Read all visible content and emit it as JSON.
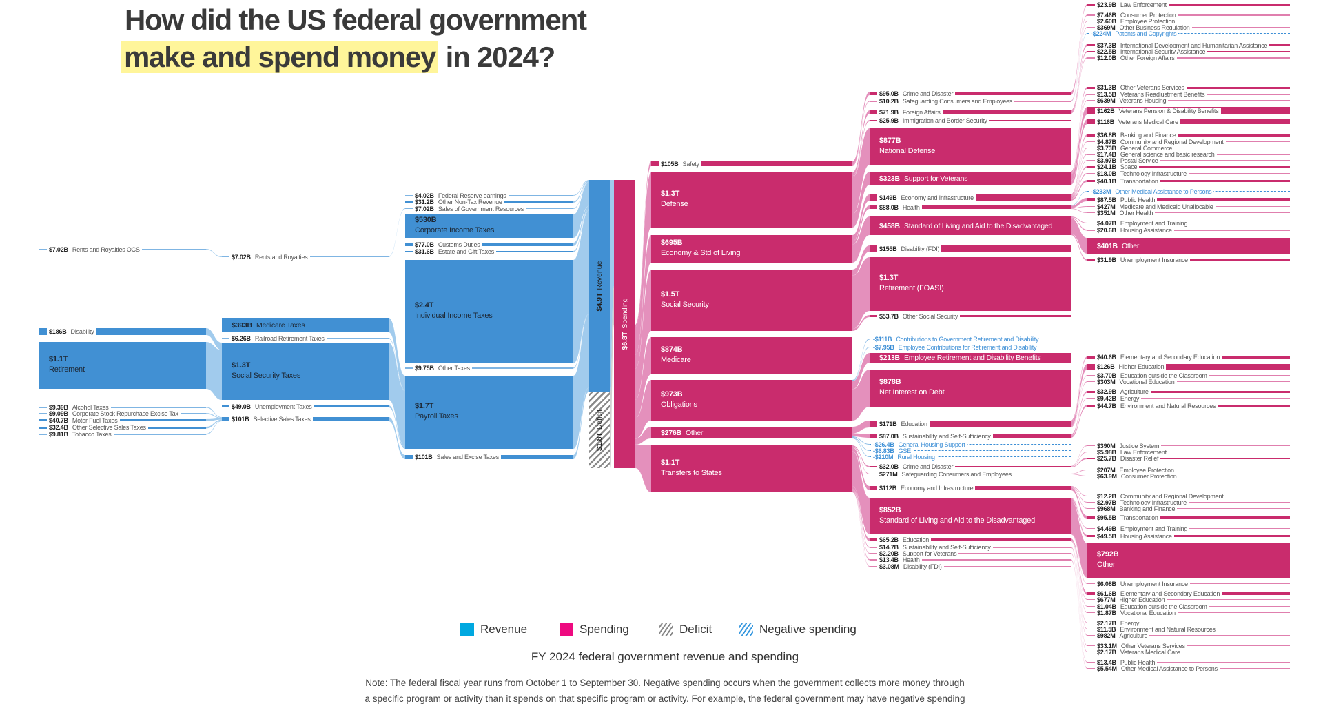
{
  "title": {
    "line1": "How did the US federal government",
    "highlight": "make and spend money",
    "rest": " in 2024?"
  },
  "colors": {
    "revenue": "#4190d3",
    "revenue_flow": "#9cc8ec",
    "spending": "#c92c6d",
    "spending_flow": "#e38ab8",
    "negative": "#3d8fd6",
    "deficit": "#8a8a8a",
    "highlight": "#fff59a"
  },
  "totals": {
    "revenue": {
      "value": "$4.9T",
      "label": "Revenue"
    },
    "deficit": {
      "value": "$1.8T",
      "label": "Deficit"
    },
    "spending": {
      "value": "$6.8T",
      "label": "Spending"
    }
  },
  "revenue": {
    "sources": [
      {
        "value": "$7.02B",
        "label": "Rents and Royalties OCS"
      },
      {
        "value": "$186B",
        "label": "Disability"
      },
      {
        "value": "$1.1T",
        "label": "Retirement"
      },
      {
        "value": "$9.39B",
        "label": "Alcohol Taxes"
      },
      {
        "value": "$9.09B",
        "label": "Corporate Stock Repurchase Excise Tax"
      },
      {
        "value": "$40.7B",
        "label": "Motor Fuel Taxes"
      },
      {
        "value": "$32.4B",
        "label": "Other Selective Sales Taxes"
      },
      {
        "value": "$9.81B",
        "label": "Tobacco Taxes"
      }
    ],
    "groups": [
      {
        "value": "$7.02B",
        "label": "Rents and Royalties"
      },
      {
        "value": "$393B",
        "label": "Medicare Taxes"
      },
      {
        "value": "$6.26B",
        "label": "Railroad Retirement Taxes"
      },
      {
        "value": "$1.3T",
        "label": "Social Security Taxes"
      },
      {
        "value": "$49.0B",
        "label": "Unemployment Taxes"
      },
      {
        "value": "$101B",
        "label": "Selective Sales Taxes"
      }
    ],
    "categories": [
      {
        "value": "$4.02B",
        "label": "Federal Reserve earnings"
      },
      {
        "value": "$31.2B",
        "label": "Other Non-Tax Revenue"
      },
      {
        "value": "$7.02B",
        "label": "Sales of Government Resources"
      },
      {
        "value": "$530B",
        "label": "Corporate Income Taxes"
      },
      {
        "value": "$77.0B",
        "label": "Customs Duties"
      },
      {
        "value": "$31.6B",
        "label": "Estate and Gift Taxes"
      },
      {
        "value": "$2.4T",
        "label": "Individual Income Taxes"
      },
      {
        "value": "$9.75B",
        "label": "Other Taxes"
      },
      {
        "value": "$1.7T",
        "label": "Payroll Taxes"
      },
      {
        "value": "$101B",
        "label": "Sales and Excise Taxes"
      }
    ]
  },
  "spending": {
    "categories": [
      {
        "value": "$105B",
        "label": "Safety"
      },
      {
        "value": "$1.3T",
        "label": "Defense"
      },
      {
        "value": "$695B",
        "label": "Economy & Std of Living"
      },
      {
        "value": "$1.5T",
        "label": "Social Security"
      },
      {
        "value": "$874B",
        "label": "Medicare"
      },
      {
        "value": "$973B",
        "label": "Obligations"
      },
      {
        "value": "$276B",
        "label": "Other"
      },
      {
        "value": "$1.1T",
        "label": "Transfers to States"
      }
    ],
    "functions": [
      {
        "value": "$95.0B",
        "label": "Crime and Disaster"
      },
      {
        "value": "$10.2B",
        "label": "Safeguarding Consumers and Employees"
      },
      {
        "value": "$71.9B",
        "label": "Foreign Affairs"
      },
      {
        "value": "$25.9B",
        "label": "Immigration and Border Security"
      },
      {
        "value": "$877B",
        "label": "National Defense"
      },
      {
        "value": "$323B",
        "label": "Support for Veterans"
      },
      {
        "value": "$149B",
        "label": "Economy and Infrastructure"
      },
      {
        "value": "$88.0B",
        "label": "Health"
      },
      {
        "value": "$458B",
        "label": "Standard of Living and Aid to the Disadvantaged"
      },
      {
        "value": "$155B",
        "label": "Disability (FDI)"
      },
      {
        "value": "$1.3T",
        "label": "Retirement (FOASI)"
      },
      {
        "value": "$53.7B",
        "label": "Other Social Security"
      },
      {
        "value": "-$111B",
        "label": "Contributions to Government Retirement and Disability ...",
        "negative": true
      },
      {
        "value": "-$7.95B",
        "label": "Employee Contributions for Retirement and Disability",
        "negative": true
      },
      {
        "value": "$213B",
        "label": "Employee Retirement and Disability Benefits"
      },
      {
        "value": "$878B",
        "label": "Net Interest on Debt"
      },
      {
        "value": "$171B",
        "label": "Education"
      },
      {
        "value": "$87.0B",
        "label": "Sustainability and Self-Sufficiency"
      },
      {
        "value": "-$26.4B",
        "label": "General Housing Support",
        "negative": true
      },
      {
        "value": "-$6.83B",
        "label": "GSE",
        "negative": true
      },
      {
        "value": "-$210M",
        "label": "Rural Housing",
        "negative": true
      },
      {
        "value": "$32.0B",
        "label": "Crime and Disaster"
      },
      {
        "value": "$271M",
        "label": "Safeguarding Consumers and Employees"
      },
      {
        "value": "$112B",
        "label": "Economy and Infrastructure"
      },
      {
        "value": "$852B",
        "label": "Standard of Living and Aid to the Disadvantaged"
      },
      {
        "value": "$65.2B",
        "label": "Education"
      },
      {
        "value": "$14.7B",
        "label": "Sustainability and Self-Sufficiency"
      },
      {
        "value": "$2.20B",
        "label": "Support for Veterans"
      },
      {
        "value": "$13.4B",
        "label": "Health"
      },
      {
        "value": "$3.08M",
        "label": "Disability (FDI)"
      }
    ],
    "subfunctions": [
      {
        "value": "$23.9B",
        "label": "Law Enforcement"
      },
      {
        "value": "$7.46B",
        "label": "Consumer Protection"
      },
      {
        "value": "$2.60B",
        "label": "Employee Protection"
      },
      {
        "value": "$369M",
        "label": "Other Business Regulation"
      },
      {
        "value": "-$224M",
        "label": "Patents and Copyrights",
        "negative": true
      },
      {
        "value": "$37.3B",
        "label": "International Development and Humanitarian Assistance"
      },
      {
        "value": "$22.5B",
        "label": "International Security Assistance"
      },
      {
        "value": "$12.0B",
        "label": "Other Foreign Affairs"
      },
      {
        "value": "$31.3B",
        "label": "Other Veterans Services"
      },
      {
        "value": "$13.5B",
        "label": "Veterans Readjustment Benefits"
      },
      {
        "value": "$639M",
        "label": "Veterans Housing"
      },
      {
        "value": "$162B",
        "label": "Veterans Pension & Disability Benefits"
      },
      {
        "value": "$116B",
        "label": "Veterans Medical Care"
      },
      {
        "value": "$36.8B",
        "label": "Banking and Finance"
      },
      {
        "value": "$4.87B",
        "label": "Community and Regional Development"
      },
      {
        "value": "$3.73B",
        "label": "General Commerce"
      },
      {
        "value": "$17.4B",
        "label": "General science and basic research"
      },
      {
        "value": "$3.97B",
        "label": "Postal Service"
      },
      {
        "value": "$24.1B",
        "label": "Space"
      },
      {
        "value": "$18.0B",
        "label": "Technology Infrastructure"
      },
      {
        "value": "$40.1B",
        "label": "Transportation"
      },
      {
        "value": "-$233M",
        "label": "Other Medical Assistance to Persons",
        "negative": true
      },
      {
        "value": "$87.5B",
        "label": "Public Health"
      },
      {
        "value": "$427M",
        "label": "Medicare and Medicaid Unallocable"
      },
      {
        "value": "$351M",
        "label": "Other Health"
      },
      {
        "value": "$4.07B",
        "label": "Employment and Training"
      },
      {
        "value": "$20.6B",
        "label": "Housing Assistance"
      },
      {
        "value": "$401B",
        "label": "Other"
      },
      {
        "value": "$31.9B",
        "label": "Unemployment Insurance"
      },
      {
        "value": "$40.6B",
        "label": "Elementary and Secondary Education"
      },
      {
        "value": "$126B",
        "label": "Higher Education"
      },
      {
        "value": "$3.70B",
        "label": "Education outside the Classroom"
      },
      {
        "value": "$303M",
        "label": "Vocational Education"
      },
      {
        "value": "$32.9B",
        "label": "Agriculture"
      },
      {
        "value": "$9.42B",
        "label": "Energy"
      },
      {
        "value": "$44.7B",
        "label": "Environment and Natural Resources"
      },
      {
        "value": "$390M",
        "label": "Justice System"
      },
      {
        "value": "$5.98B",
        "label": "Law Enforcement"
      },
      {
        "value": "$25.7B",
        "label": "Disaster Relief"
      },
      {
        "value": "$207M",
        "label": "Employee Protection"
      },
      {
        "value": "$63.9M",
        "label": "Consumer Protection"
      },
      {
        "value": "$12.2B",
        "label": "Community and Regional Development"
      },
      {
        "value": "$2.97B",
        "label": "Technology Infrastructure"
      },
      {
        "value": "$968M",
        "label": "Banking and Finance"
      },
      {
        "value": "$95.5B",
        "label": "Transportation"
      },
      {
        "value": "$4.49B",
        "label": "Employment and Training"
      },
      {
        "value": "$49.5B",
        "label": "Housing Assistance"
      },
      {
        "value": "$792B",
        "label": "Other"
      },
      {
        "value": "$6.08B",
        "label": "Unemployment Insurance"
      },
      {
        "value": "$61.6B",
        "label": "Elementary and Secondary Education"
      },
      {
        "value": "$677M",
        "label": "Higher Education"
      },
      {
        "value": "$1.04B",
        "label": "Education outside the Classroom"
      },
      {
        "value": "$1.87B",
        "label": "Vocational Education"
      },
      {
        "value": "$2.17B",
        "label": "Energy"
      },
      {
        "value": "$11.5B",
        "label": "Environment and Natural Resources"
      },
      {
        "value": "$982M",
        "label": "Agriculture"
      },
      {
        "value": "$33.1M",
        "label": "Other Veterans Services"
      },
      {
        "value": "$2.17B",
        "label": "Veterans Medical Care"
      },
      {
        "value": "$13.4B",
        "label": "Public Health"
      },
      {
        "value": "$5.54M",
        "label": "Other Medical Assistance to Persons"
      }
    ]
  },
  "legend": [
    {
      "label": "Revenue",
      "color": "#00a8e0"
    },
    {
      "label": "Spending",
      "color": "#ee0a80"
    },
    {
      "label": "Deficit",
      "color": "#8a8a8a"
    },
    {
      "label": "Negative spending",
      "color": "#3d9be0"
    }
  ],
  "caption": "FY 2024 federal government revenue and spending",
  "note_lines": [
    "Note: The federal fiscal year runs from October 1 to September 30. Negative spending occurs when the government collects more money through",
    "a specific program or activity than it spends on that specific program or activity. For example, the federal government may have negative spending"
  ]
}
